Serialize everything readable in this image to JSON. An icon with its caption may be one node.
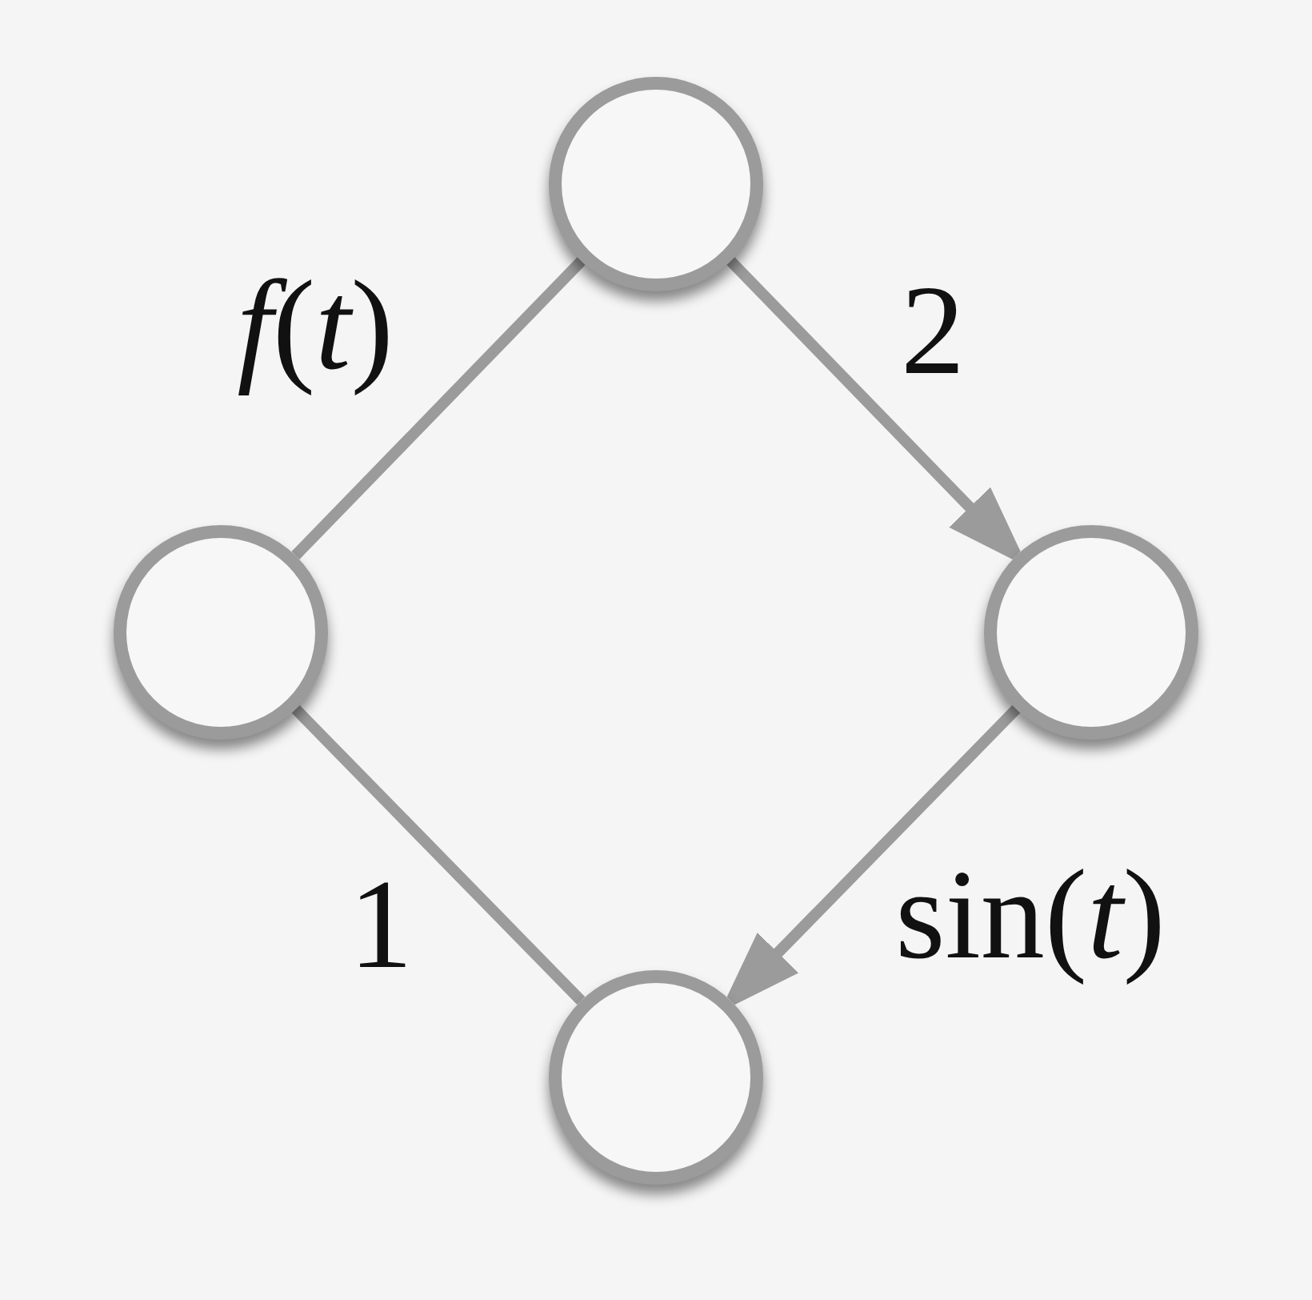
{
  "diagram": {
    "nodes": [
      {
        "text": [],
        "shape": "circle"
      },
      {
        "text": [],
        "shape": "circle"
      },
      {
        "text": [],
        "shape": "circle"
      },
      {
        "text": [],
        "shape": "circle"
      }
    ],
    "edges": [
      {
        "from": 0,
        "to": 1,
        "arrow": "none",
        "label": "*f*(*t*)"
      },
      {
        "from": 0,
        "to": 2,
        "arrow": "to",
        "label": "2"
      },
      {
        "from": 1,
        "to": 3,
        "arrow": "none",
        "label": "1"
      },
      {
        "from": 2,
        "to": 3,
        "arrow": "to",
        "label": "sin(*t*)"
      }
    ]
  }
}
